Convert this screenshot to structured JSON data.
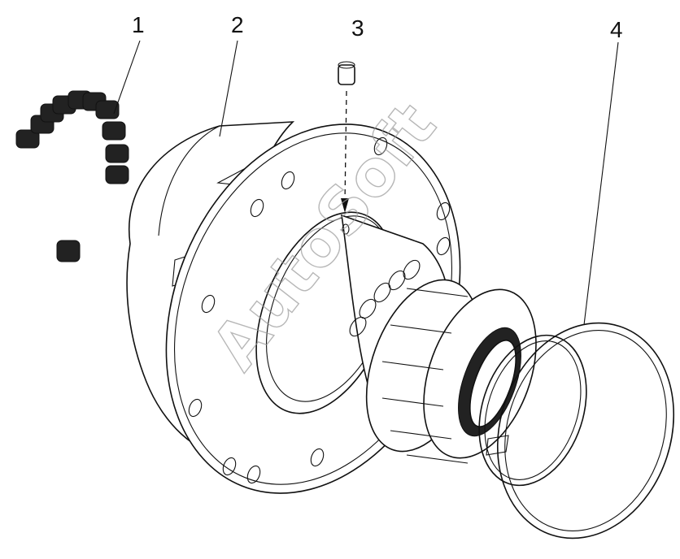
{
  "diagram": {
    "callouts": [
      {
        "id": "1",
        "text": "1"
      },
      {
        "id": "2",
        "text": "2"
      },
      {
        "id": "3",
        "text": "3"
      },
      {
        "id": "4",
        "text": "4"
      }
    ],
    "watermark": "AutoSoft"
  },
  "colors": {
    "line": "#111111",
    "background": "#ffffff",
    "watermark": "#9a9a9a"
  }
}
